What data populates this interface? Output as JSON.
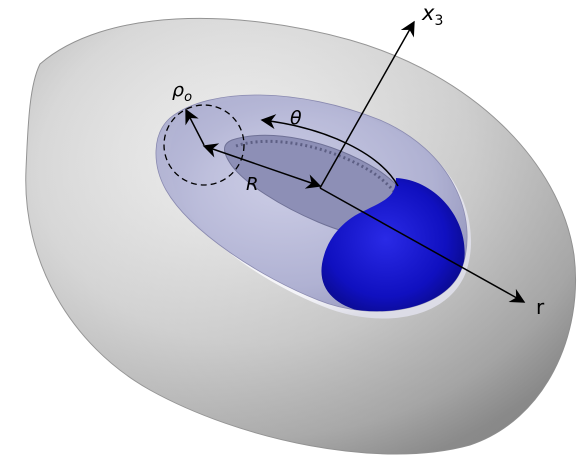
{
  "labels": {
    "axis_x3": "x",
    "axis_x3_sub": "3",
    "axis_r": "r",
    "angle_theta": "θ",
    "major_radius": "R",
    "minor_radius": "ρ",
    "minor_radius_sub": "o"
  },
  "colors": {
    "background": "#ffffff",
    "outer_torus_light": "#f4f4f4",
    "outer_torus_mid": "#c9c9c9",
    "outer_torus_dark": "#8e8e8e",
    "inner_torus_tint": "#9a9cc8",
    "blue_region": "#1414c8",
    "lines": "#000000"
  }
}
